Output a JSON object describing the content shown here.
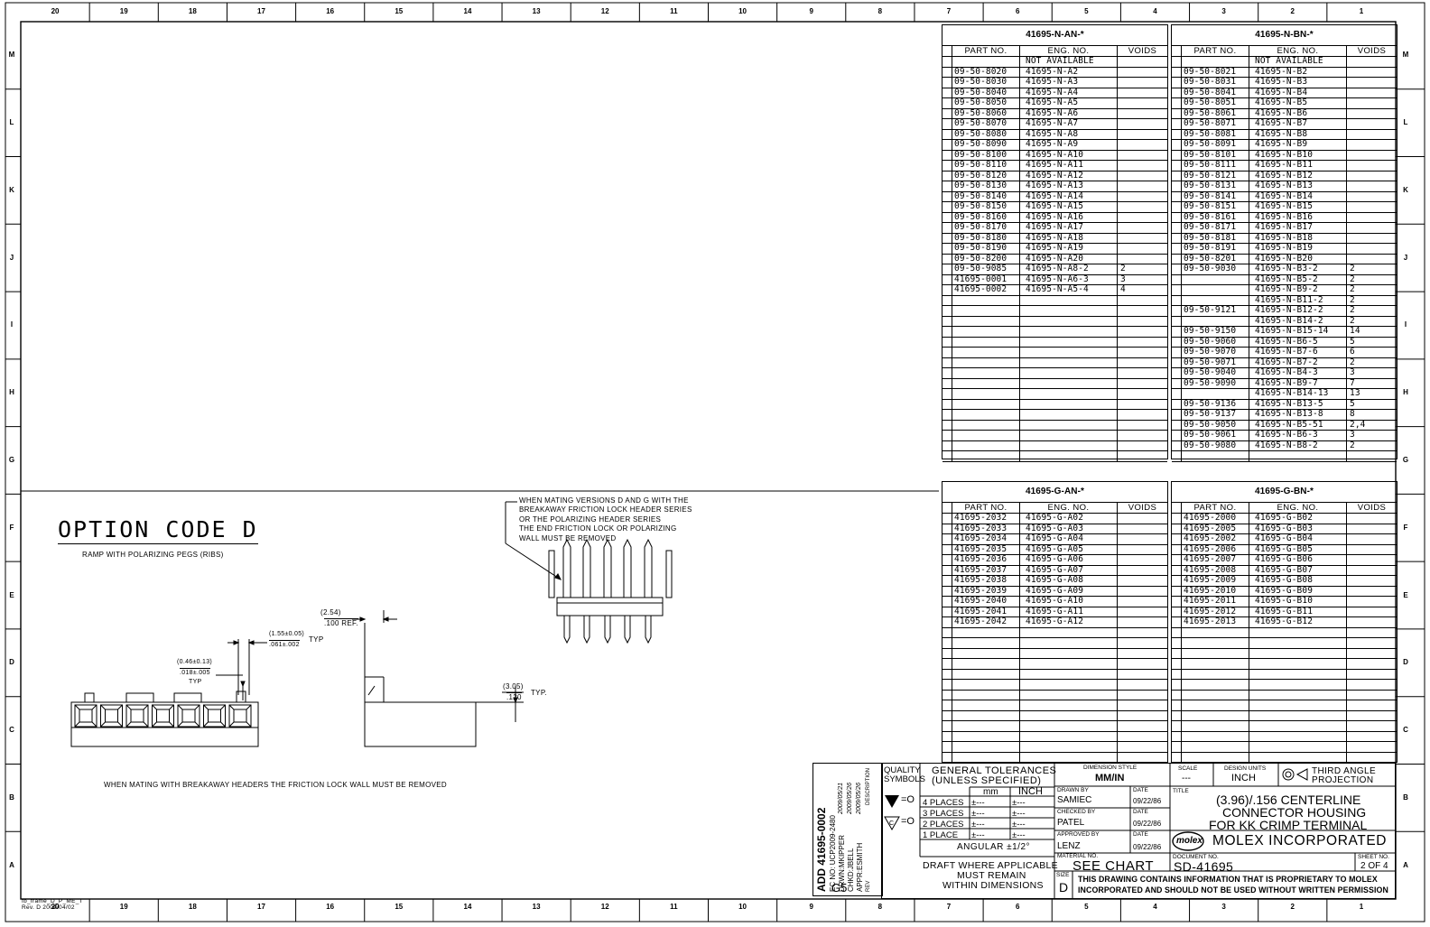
{
  "frame": {
    "columns": [
      "20",
      "19",
      "18",
      "17",
      "16",
      "15",
      "14",
      "13",
      "12",
      "11",
      "10",
      "9",
      "8",
      "7",
      "6",
      "5",
      "4",
      "3",
      "2",
      "1"
    ],
    "rows": [
      "M",
      "L",
      "K",
      "J",
      "I",
      "H",
      "G",
      "F",
      "E",
      "D",
      "C",
      "B",
      "A"
    ],
    "frame_id": "fb_frame_D_P_ME_T",
    "frame_rev": "Rev. D 2004/04/02"
  },
  "option": {
    "title": "OPTION CODE D",
    "subtitle": "RAMP WITH POLARIZING PEGS (RIBS)",
    "bottom_note": "WHEN MATING WITH BREAKAWAY HEADERS THE FRICTION LOCK WALL MUST BE REMOVED",
    "mating_note_lines": [
      "WHEN MATING VERSIONS D AND G WITH THE",
      "BREAKAWAY FRICTION LOCK HEADER SERIES",
      "OR THE POLARIZING HEADER SERIES",
      "THE END FRICTION LOCK OR POLARIZING",
      "WALL MUST BE REMOVED"
    ]
  },
  "dimensions": {
    "pitch_mm": "(2.54)",
    "pitch_in": ".100 REF.",
    "peg_mm": "(1.55±0.05)",
    "peg_in": ".061±.002",
    "peg_typ": "TYP",
    "wall_mm": "(0.46±0.13)",
    "wall_in": ".018±.005",
    "wall_typ": "TYP",
    "height_mm": "(3.05)",
    "height_in": ".120",
    "height_typ": "TYP."
  },
  "tables": {
    "headers": {
      "part": "PART NO.",
      "eng": "ENG. NO.",
      "voids": "VOIDS"
    },
    "n_an": {
      "title": "41695-N-AN-*",
      "rows": [
        [
          "",
          "NOT AVAILABLE",
          ""
        ],
        [
          "09-50-8020",
          "41695-N-A2",
          ""
        ],
        [
          "09-50-8030",
          "41695-N-A3",
          ""
        ],
        [
          "09-50-8040",
          "41695-N-A4",
          ""
        ],
        [
          "09-50-8050",
          "41695-N-A5",
          ""
        ],
        [
          "09-50-8060",
          "41695-N-A6",
          ""
        ],
        [
          "09-50-8070",
          "41695-N-A7",
          ""
        ],
        [
          "09-50-8080",
          "41695-N-A8",
          ""
        ],
        [
          "09-50-8090",
          "41695-N-A9",
          ""
        ],
        [
          "09-50-8100",
          "41695-N-A10",
          ""
        ],
        [
          "09-50-8110",
          "41695-N-A11",
          ""
        ],
        [
          "09-50-8120",
          "41695-N-A12",
          ""
        ],
        [
          "09-50-8130",
          "41695-N-A13",
          ""
        ],
        [
          "09-50-8140",
          "41695-N-A14",
          ""
        ],
        [
          "09-50-8150",
          "41695-N-A15",
          ""
        ],
        [
          "09-50-8160",
          "41695-N-A16",
          ""
        ],
        [
          "09-50-8170",
          "41695-N-A17",
          ""
        ],
        [
          "09-50-8180",
          "41695-N-A18",
          ""
        ],
        [
          "09-50-8190",
          "41695-N-A19",
          ""
        ],
        [
          "09-50-8200",
          "41695-N-A20",
          ""
        ],
        [
          "09-50-9085",
          "41695-N-A8-2",
          "2"
        ],
        [
          "41695-0001",
          "41695-N-A6-3",
          "3"
        ],
        [
          "41695-0002",
          "41695-N-A5-4",
          "4"
        ]
      ],
      "blank_rows": 16
    },
    "n_bn": {
      "title": "41695-N-BN-*",
      "rows": [
        [
          "",
          "NOT AVAILABLE",
          ""
        ],
        [
          "09-50-8021",
          "41695-N-B2",
          ""
        ],
        [
          "09-50-8031",
          "41695-N-B3",
          ""
        ],
        [
          "09-50-8041",
          "41695-N-B4",
          ""
        ],
        [
          "09-50-8051",
          "41695-N-B5",
          ""
        ],
        [
          "09-50-8061",
          "41695-N-B6",
          ""
        ],
        [
          "09-50-8071",
          "41695-N-B7",
          ""
        ],
        [
          "09-50-8081",
          "41695-N-B8",
          ""
        ],
        [
          "09-50-8091",
          "41695-N-B9",
          ""
        ],
        [
          "09-50-8101",
          "41695-N-B10",
          ""
        ],
        [
          "09-50-8111",
          "41695-N-B11",
          ""
        ],
        [
          "09-50-8121",
          "41695-N-B12",
          ""
        ],
        [
          "09-50-8131",
          "41695-N-B13",
          ""
        ],
        [
          "09-50-8141",
          "41695-N-B14",
          ""
        ],
        [
          "09-50-8151",
          "41695-N-B15",
          ""
        ],
        [
          "09-50-8161",
          "41695-N-B16",
          ""
        ],
        [
          "09-50-8171",
          "41695-N-B17",
          ""
        ],
        [
          "09-50-8181",
          "41695-N-B18",
          ""
        ],
        [
          "09-50-8191",
          "41695-N-B19",
          ""
        ],
        [
          "09-50-8201",
          "41695-N-B20",
          ""
        ],
        [
          "09-50-9030",
          "41695-N-B3-2",
          "2"
        ],
        [
          "",
          "41695-N-B5-2",
          "2"
        ],
        [
          "",
          "41695-N-B9-2",
          "2"
        ],
        [
          "",
          "41695-N-B11-2",
          "2"
        ],
        [
          "09-50-9121",
          "41695-N-B12-2",
          "2"
        ],
        [
          "",
          "41695-N-B14-2",
          "2"
        ],
        [
          "09-50-9150",
          "41695-N-B15-14",
          "14"
        ],
        [
          "09-50-9060",
          "41695-N-B6-5",
          "5"
        ],
        [
          "09-50-9070",
          "41695-N-B7-6",
          "6"
        ],
        [
          "09-50-9071",
          "41695-N-B7-2",
          "2"
        ],
        [
          "09-50-9040",
          "41695-N-B4-3",
          "3"
        ],
        [
          "09-50-9090",
          "41695-N-B9-7",
          "7"
        ],
        [
          "",
          "41695-N-B14-13",
          "13"
        ],
        [
          "09-50-9136",
          "41695-N-B13-5",
          "5"
        ],
        [
          "09-50-9137",
          "41695-N-B13-8",
          "8"
        ],
        [
          "09-50-9050",
          "41695-N-B5-51",
          "2,4"
        ],
        [
          "09-50-9061",
          "41695-N-B6-3",
          "3"
        ],
        [
          "09-50-9080",
          "41695-N-B8-2",
          "2"
        ]
      ],
      "blank_rows": 1
    },
    "g_an": {
      "title": "41695-G-AN-*",
      "rows": [
        [
          "41695-2032",
          "41695-G-A02",
          ""
        ],
        [
          "41695-2033",
          "41695-G-A03",
          ""
        ],
        [
          "41695-2034",
          "41695-G-A04",
          ""
        ],
        [
          "41695-2035",
          "41695-G-A05",
          ""
        ],
        [
          "41695-2036",
          "41695-G-A06",
          ""
        ],
        [
          "41695-2037",
          "41695-G-A07",
          ""
        ],
        [
          "41695-2038",
          "41695-G-A08",
          ""
        ],
        [
          "41695-2039",
          "41695-G-A09",
          ""
        ],
        [
          "41695-2040",
          "41695-G-A10",
          ""
        ],
        [
          "41695-2041",
          "41695-G-A11",
          ""
        ],
        [
          "41695-2042",
          "41695-G-A12",
          ""
        ]
      ],
      "blank_rows": 13
    },
    "g_bn": {
      "title": "41695-G-BN-*",
      "rows": [
        [
          "41695-2000",
          "41695-G-B02",
          ""
        ],
        [
          "41695-2005",
          "41695-G-B03",
          ""
        ],
        [
          "41695-2002",
          "41695-G-B04",
          ""
        ],
        [
          "41695-2006",
          "41695-G-B05",
          ""
        ],
        [
          "41695-2007",
          "41695-G-B06",
          ""
        ],
        [
          "41695-2008",
          "41695-G-B07",
          ""
        ],
        [
          "41695-2009",
          "41695-G-B08",
          ""
        ],
        [
          "41695-2010",
          "41695-G-B09",
          ""
        ],
        [
          "41695-2011",
          "41695-G-B10",
          ""
        ],
        [
          "41695-2012",
          "41695-G-B11",
          ""
        ],
        [
          "41695-2013",
          "41695-G-B12",
          ""
        ]
      ],
      "blank_rows": 13
    }
  },
  "revision": {
    "line1": "ADD 41695-0002",
    "line2": "EC NO: UCP2009-2480",
    "line3": "DRWN:MKIPPER",
    "line4": "CHKD:JBELL",
    "line5": "APPR:ESMITH",
    "date1": "2009/05/21",
    "date2": "2009/05/26",
    "date3": "2009/05/26",
    "rev": "G5",
    "description_label": "DESCRIPTION",
    "rev_label": "REV"
  },
  "title_block": {
    "quality_symbols": "QUALITY\nSYMBOLS",
    "sym1": "=O",
    "sym2": "=O",
    "gen_tol": "GENERAL TOLERANCES",
    "unless": "(UNLESS SPECIFIED)",
    "mm": "mm",
    "inch": "INCH",
    "tol_rows": [
      {
        "label": "4 PLACES",
        "mm": "±---",
        "in": "±---"
      },
      {
        "label": "3 PLACES",
        "mm": "±---",
        "in": "±---"
      },
      {
        "label": "2 PLACES",
        "mm": "±---",
        "in": "±---"
      },
      {
        "label": "1 PLACE",
        "mm": "±---",
        "in": "±---"
      }
    ],
    "angular": "ANGULAR ±1/2°",
    "draft1": "DRAFT WHERE APPLICABLE",
    "draft2": "MUST REMAIN",
    "draft3": "WITHIN DIMENSIONS",
    "dim_style_label": "DIMENSION STYLE",
    "dim_style": "MM/IN",
    "drawn_by_label": "DRAWN BY",
    "drawn_by": "SAMIEC",
    "checked_by_label": "CHECKED BY",
    "checked_by": "PATEL",
    "approved_by_label": "APPROVED BY",
    "approved_by": "LENZ",
    "date_label": "DATE",
    "date1": "09/22/86",
    "date2": "09/22/86",
    "date3": "09/22/86",
    "material_label": "MATERIAL NO.",
    "material": "SEE CHART",
    "scale_label": "SCALE",
    "scale": "---",
    "design_units_label": "DESIGN UNITS",
    "design_units": "INCH",
    "projection": "THIRD ANGLE\nPROJECTION",
    "title_label": "TITLE",
    "title1": "(3.96)/.156 CENTERLINE",
    "title2": "CONNECTOR HOUSING",
    "title3": "FOR KK CRIMP TERMINAL",
    "company_logo": "molex",
    "company": "MOLEX INCORPORATED",
    "document_label": "DOCUMENT NO.",
    "document": "SD-41695",
    "sheet_label": "SHEET NO.",
    "sheet": "2 OF 4",
    "size_label": "SIZE",
    "size": "D",
    "proprietary1": "THIS DRAWING CONTAINS INFORMATION THAT IS PROPRIETARY TO MOLEX",
    "proprietary2": "INCORPORATED AND SHOULD NOT BE USED WITHOUT WRITTEN PERMISSION"
  }
}
